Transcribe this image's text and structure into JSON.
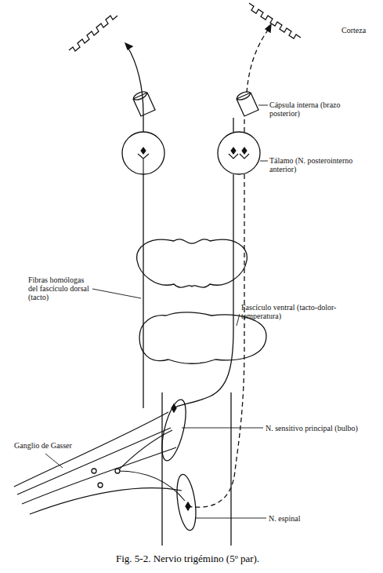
{
  "diagram": {
    "caption": "Fig. 5-2. Nervio trigémino (5º par).",
    "labels": [
      "Corteza",
      "Cápsula interna (brazo posterior)",
      "Tálamo (N. posterointerno anterior)",
      "Fibras homólogas del fascículo dorsal (tacto)",
      "Fascículo ventral (tacto-dolor-temperatura)",
      "Ganglio de Gasser",
      "N. sensitivo principal (bulbo)",
      "N. espinal"
    ]
  }
}
